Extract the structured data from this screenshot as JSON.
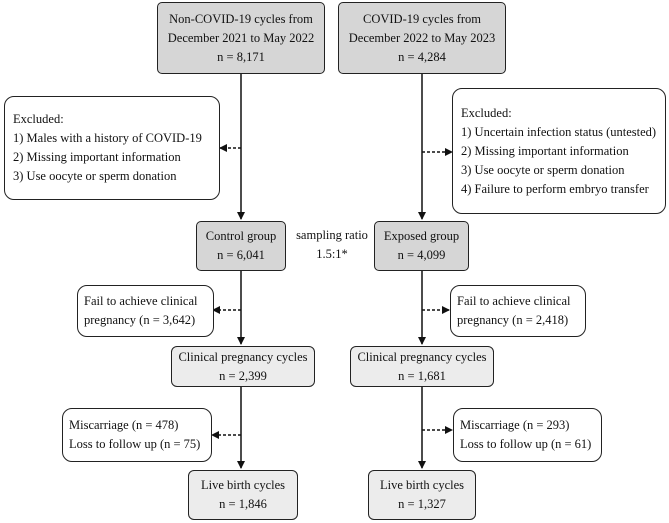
{
  "left_top": {
    "line1": "Non-COVID-19 cycles from",
    "line2": "December 2021 to May 2022",
    "line3": "n = 8,171"
  },
  "right_top": {
    "line1": "COVID-19 cycles from",
    "line2": "December 2022 to May 2023",
    "line3": "n = 4,284"
  },
  "left_excluded": {
    "title": "Excluded:",
    "items": [
      "1) Males with a history of COVID-19",
      "2) Missing important information",
      "3) Use oocyte or sperm donation"
    ]
  },
  "right_excluded": {
    "title": "Excluded:",
    "items": [
      "1) Uncertain infection status (untested)",
      "2) Missing important information",
      "3) Use oocyte or sperm donation",
      "4) Failure to perform embryo transfer"
    ]
  },
  "control_group": {
    "label": "Control group",
    "n": "n = 6,041"
  },
  "exposed_group": {
    "label": "Exposed group",
    "n": "n = 4,099"
  },
  "sampling": {
    "label": "sampling ratio",
    "value": "1.5:1*"
  },
  "left_fail": {
    "line1": "Fail to achieve clinical",
    "line2": "pregnancy (n = 3,642)"
  },
  "right_fail": {
    "line1": "Fail to achieve clinical",
    "line2": "pregnancy (n = 2,418)"
  },
  "left_clinical": {
    "label": "Clinical pregnancy cycles",
    "n": "n = 2,399"
  },
  "right_clinical": {
    "label": "Clinical pregnancy cycles",
    "n": "n = 1,681"
  },
  "left_miscarriage": {
    "line1": "Miscarriage (n = 478)",
    "line2": "Loss to follow up (n = 75)"
  },
  "right_miscarriage": {
    "line1": "Miscarriage (n = 293)",
    "line2": "Loss to follow up (n = 61)"
  },
  "left_live": {
    "label": "Live birth cycles",
    "n": "n = 1,846"
  },
  "right_live": {
    "label": "Live birth cycles",
    "n": "n = 1,327"
  }
}
